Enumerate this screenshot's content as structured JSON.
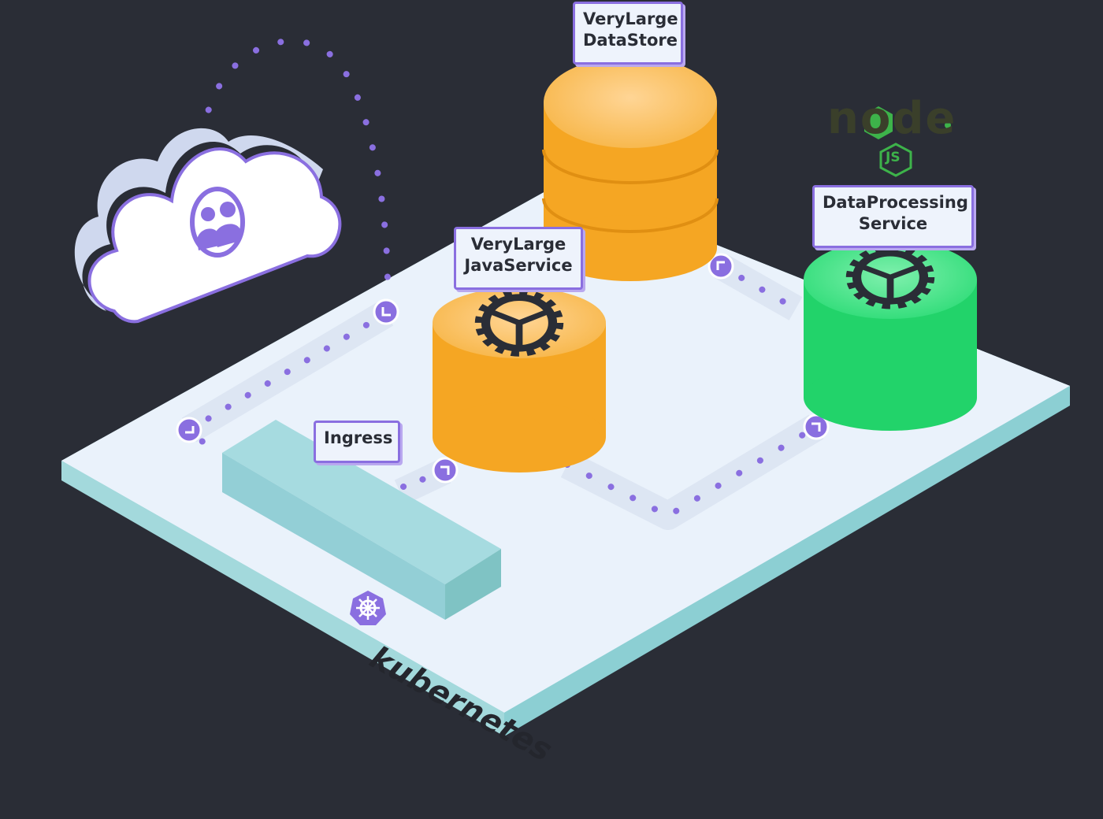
{
  "labels": {
    "datastore": [
      "VeryLarge",
      "DataStore"
    ],
    "javaservice": [
      "VeryLarge",
      "JavaService"
    ],
    "dataprocessing": [
      "DataProcessing",
      "Service"
    ],
    "ingress": "Ingress"
  },
  "platform": {
    "name": "kubernetes"
  },
  "runtime_logo": {
    "text": "node",
    "badge": "JS"
  },
  "colors": {
    "background": "#2a2d36",
    "platform_top": "#eaf2fb",
    "platform_side": "#9fd6da",
    "datastore": "#f5a623",
    "java": "#f5a623",
    "node_service": "#22d36a",
    "ingress": "#93cfd6",
    "accent": "#8a6fe0"
  },
  "icons": [
    "cloud-users-icon",
    "gear-icon",
    "kubernetes-icon",
    "nodejs-logo",
    "arrow-node-icon"
  ]
}
